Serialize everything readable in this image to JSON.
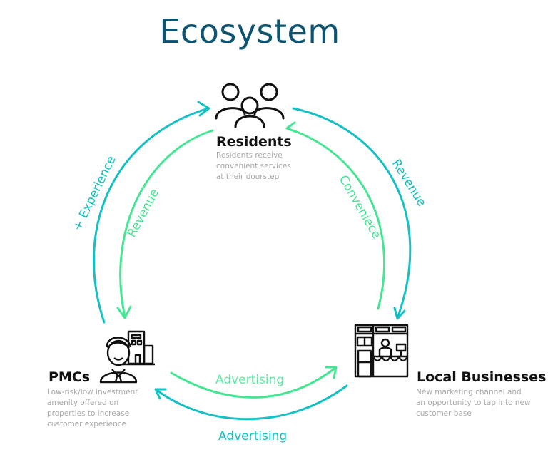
{
  "title": "Ecosystem",
  "colors": {
    "title": "#0c5470",
    "teal": "#14c0c4",
    "green": "#45e593",
    "text_dark": "#111111",
    "text_muted": "#a8a8a8"
  },
  "nodes": {
    "residents": {
      "title": "Residents",
      "description_lines": [
        "Residents receive",
        "convenient services",
        "at their doorstep"
      ],
      "icon": "people-group-icon"
    },
    "pmcs": {
      "title": "PMCs",
      "description_lines": [
        "Low-risk/low investment",
        "amenity offered on",
        "properties to increase",
        "customer experience"
      ],
      "icon": "manager-with-building-icon"
    },
    "local_businesses": {
      "title": "Local Businesses",
      "description_lines": [
        "New marketing channel and",
        "an opportunity to tap into new",
        "customer base"
      ],
      "icon": "storefront-icon"
    }
  },
  "flows": {
    "pmcs_to_residents": {
      "label": "+ Experience",
      "color": "teal"
    },
    "residents_to_pmcs": {
      "label": "Revenue",
      "color": "green"
    },
    "residents_to_business": {
      "label": "Revenue",
      "color": "teal"
    },
    "business_to_residents": {
      "label": "Conveniece",
      "color": "green"
    },
    "pmcs_to_business": {
      "label": "Advertising",
      "color": "green"
    },
    "business_to_pmcs": {
      "label": "Advertising",
      "color": "teal"
    }
  }
}
